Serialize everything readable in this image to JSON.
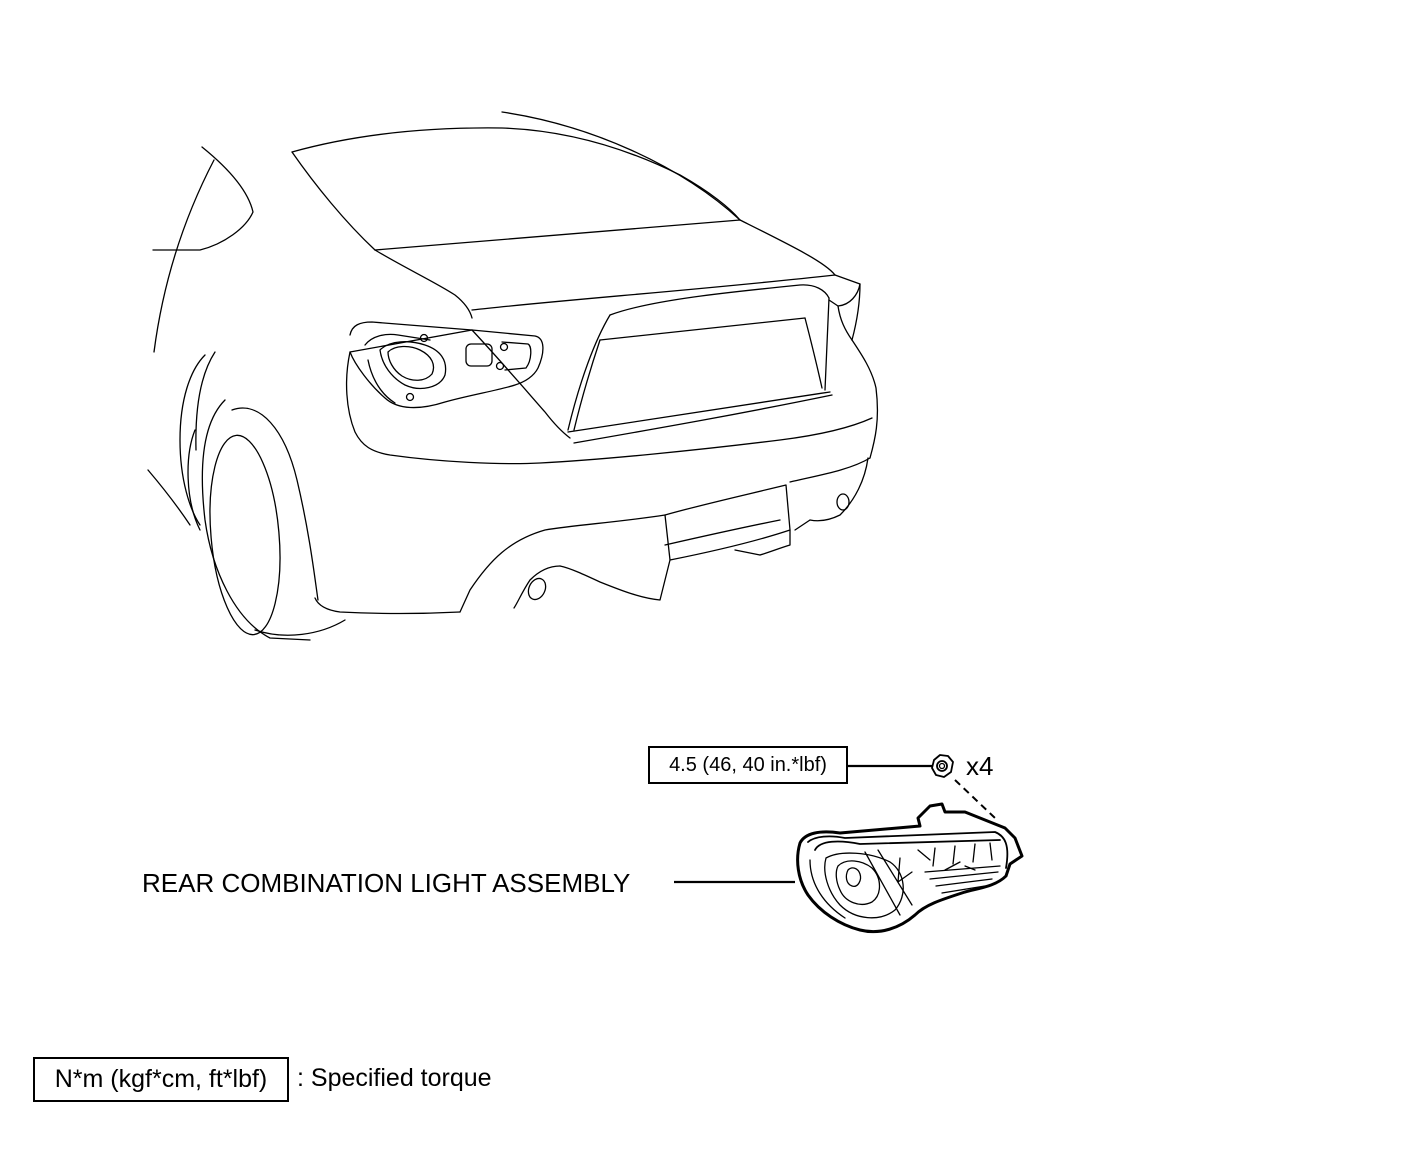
{
  "torque_callout": {
    "value": "4.5 (46, 40 in.*lbf)",
    "quantity": "x4"
  },
  "part_label": "REAR COMBINATION LIGHT ASSEMBLY",
  "legend": {
    "symbol": "N*m (kgf*cm, ft*lbf)",
    "description": ": Specified torque"
  }
}
